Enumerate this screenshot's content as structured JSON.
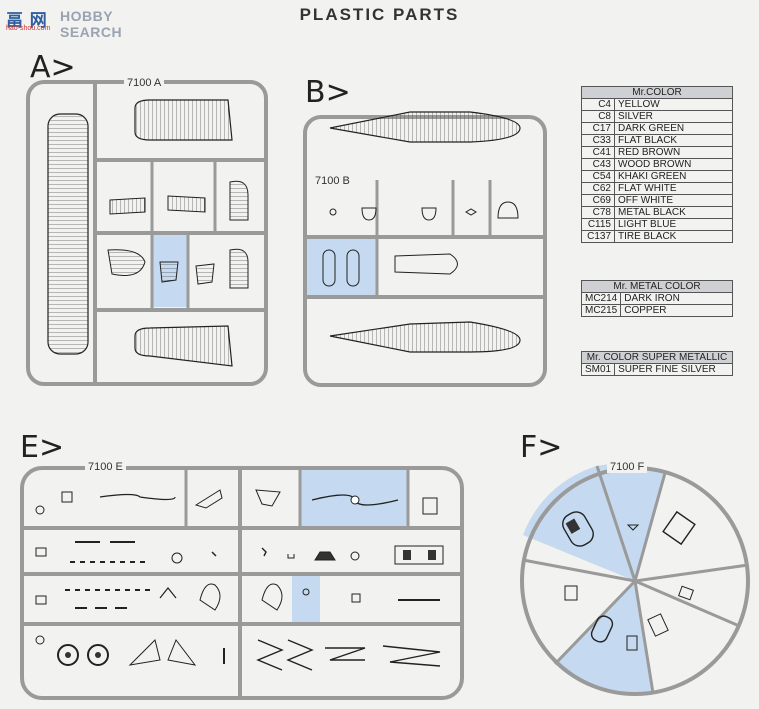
{
  "logo": {
    "cn": "畐 网",
    "en": "HOBBY SEARCH",
    "url": "hao-shou.com"
  },
  "page_title": "PLASTIC PARTS",
  "sections": {
    "a": {
      "letter": "A>",
      "sprue": "7100 A"
    },
    "b": {
      "letter": "B>",
      "sprue": "7100 B"
    },
    "e": {
      "letter": "E>",
      "sprue": "7100 E"
    },
    "f": {
      "letter": "F>",
      "sprue": "7100 F"
    }
  },
  "color_tables": {
    "mr_color": {
      "header": "Mr.COLOR",
      "rows": [
        {
          "code": "C4",
          "name": "YELLOW"
        },
        {
          "code": "C8",
          "name": "SILVER"
        },
        {
          "code": "C17",
          "name": "DARK GREEN"
        },
        {
          "code": "C33",
          "name": "FLAT BLACK"
        },
        {
          "code": "C41",
          "name": "RED BROWN"
        },
        {
          "code": "C43",
          "name": "WOOD BROWN"
        },
        {
          "code": "C54",
          "name": "KHAKI GREEN"
        },
        {
          "code": "C62",
          "name": "FLAT WHITE"
        },
        {
          "code": "C69",
          "name": "OFF WHITE"
        },
        {
          "code": "C78",
          "name": "METAL BLACK"
        },
        {
          "code": "C115",
          "name": "LIGHT BLUE"
        },
        {
          "code": "C137",
          "name": "TIRE BLACK"
        }
      ]
    },
    "metal_color": {
      "header": "Mr. METAL COLOR",
      "rows": [
        {
          "code": "MC214",
          "name": "DARK IRON"
        },
        {
          "code": "MC215",
          "name": "COPPER"
        }
      ]
    },
    "super_metallic": {
      "header": "Mr. COLOR SUPER METALLIC",
      "rows": [
        {
          "code": "SM01",
          "name": "SUPER FINE SILVER"
        }
      ]
    }
  },
  "colors": {
    "highlight": "#c5daf0",
    "sprue": "#9a9a9a",
    "part": "#333333",
    "header_bg": "#cfd0d4"
  }
}
